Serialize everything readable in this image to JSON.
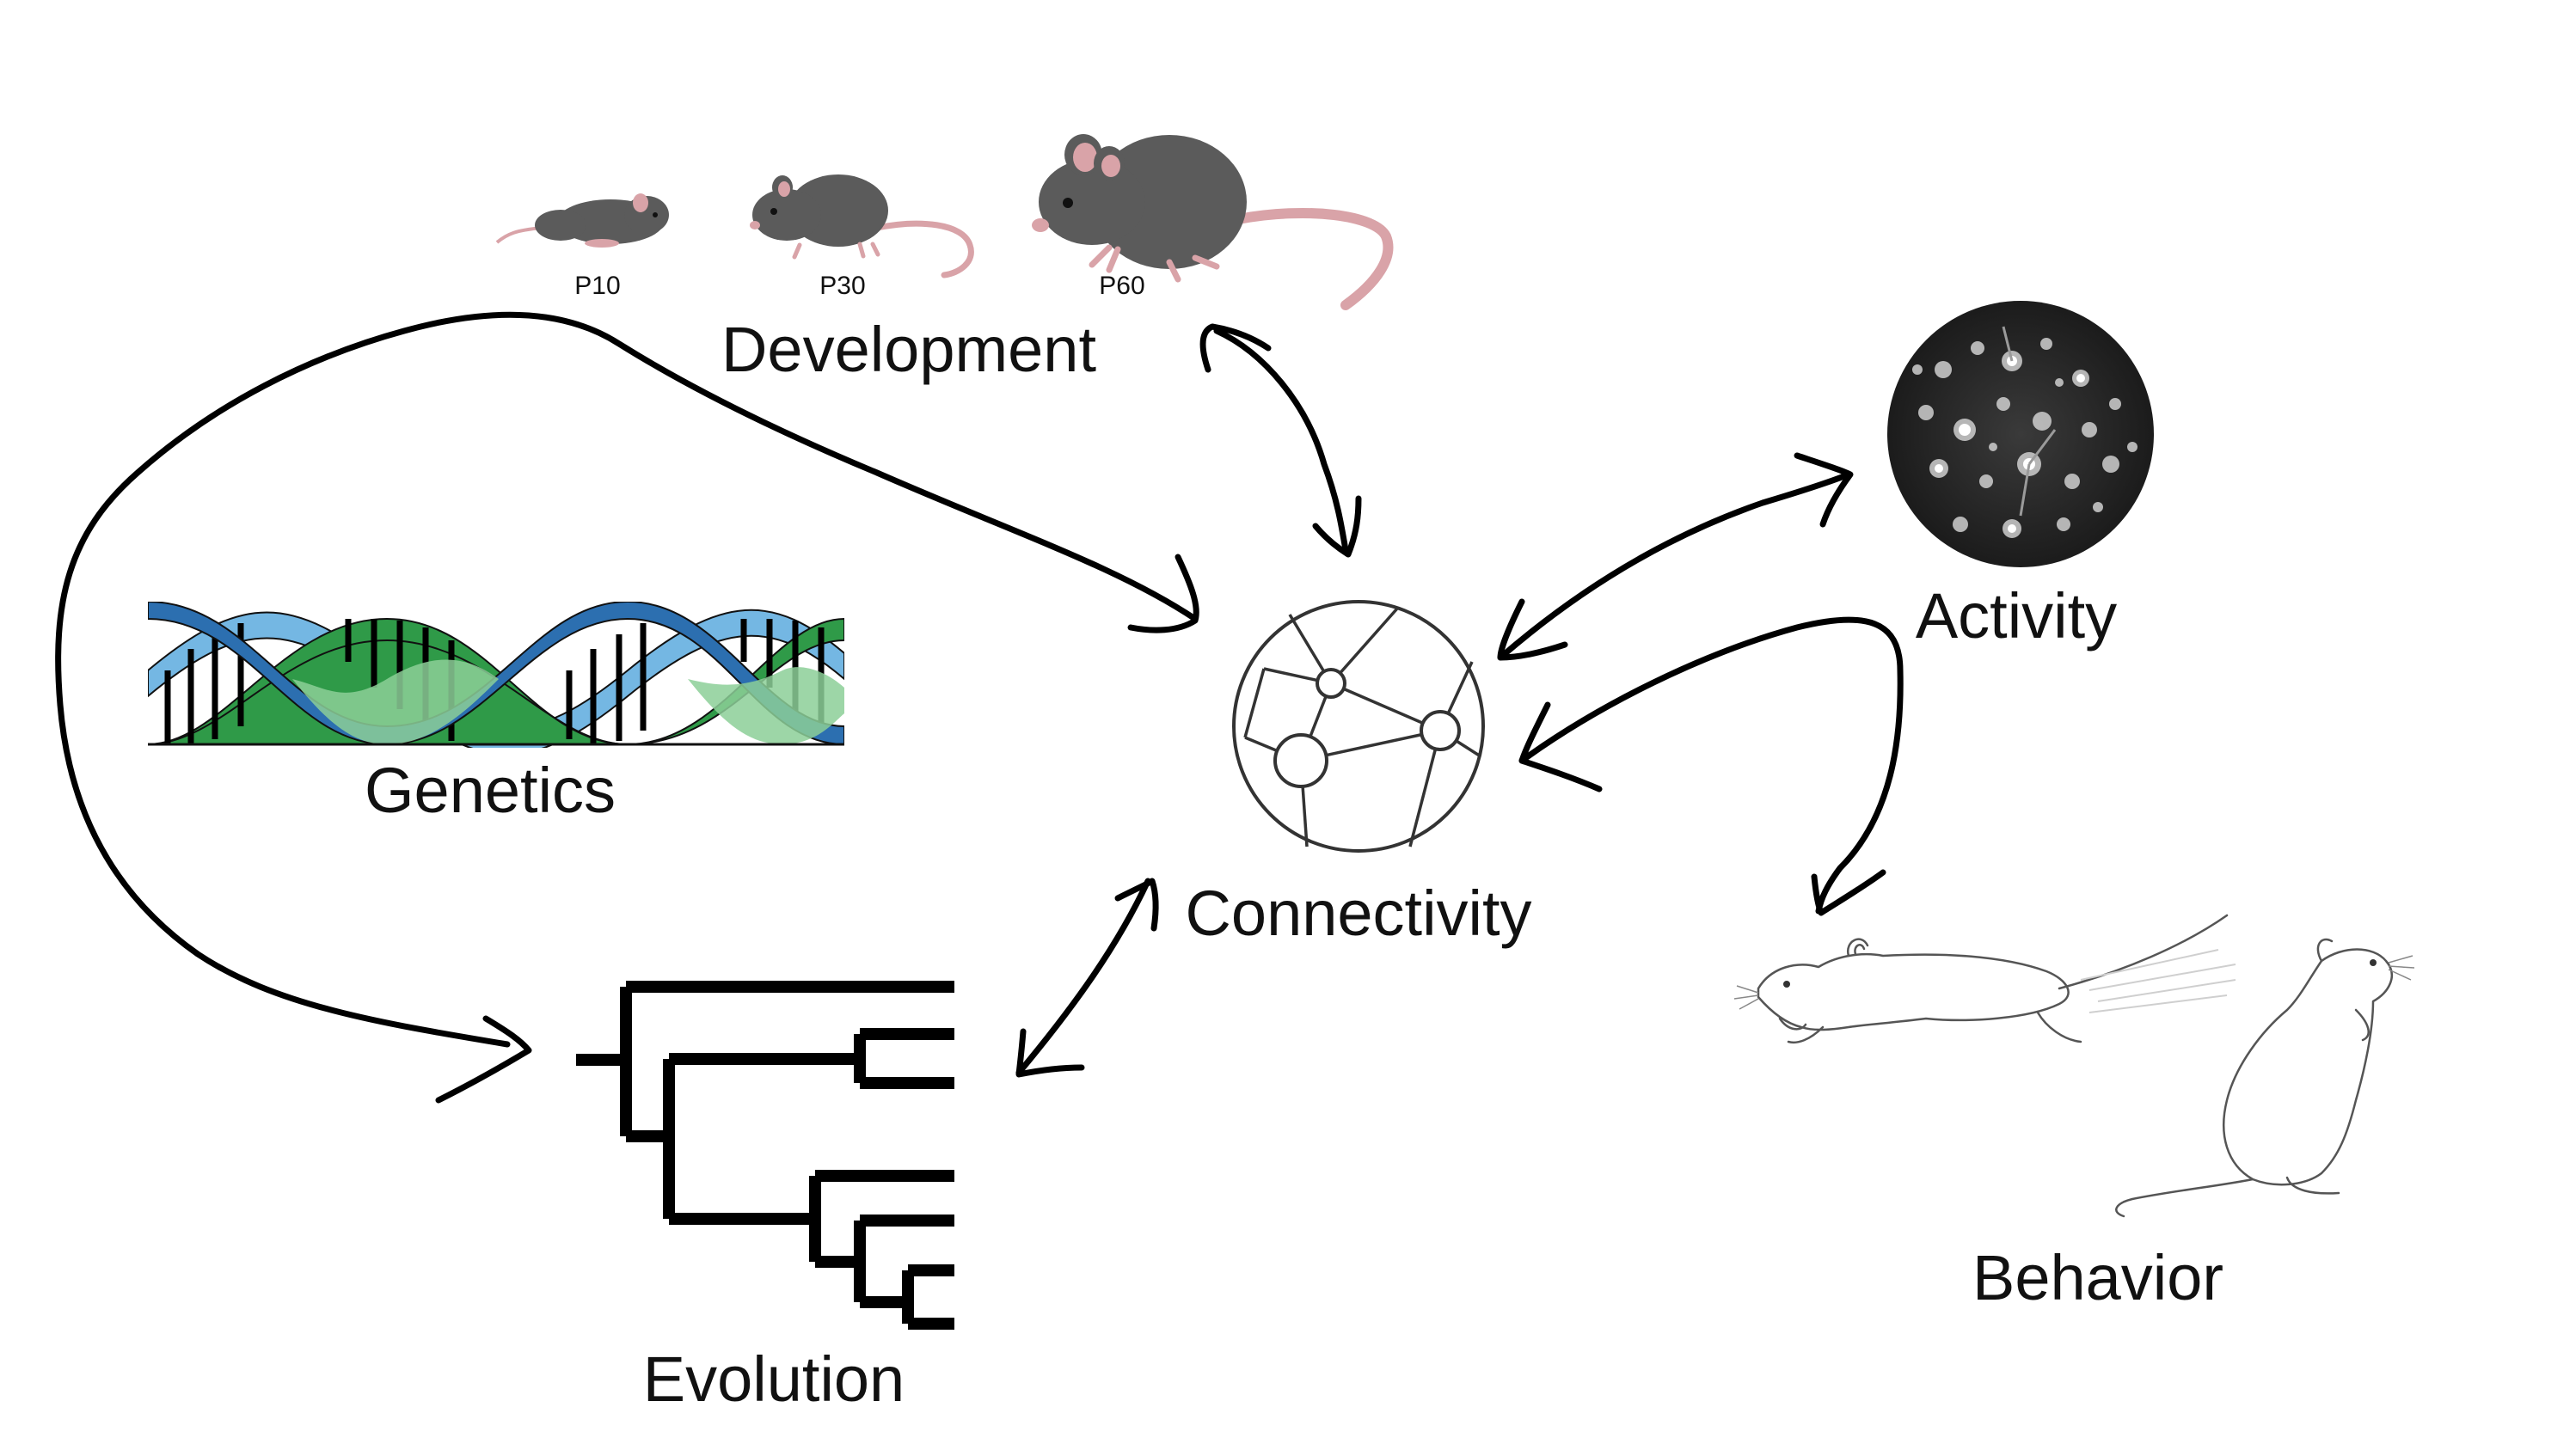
{
  "development": {
    "label": "Development",
    "ages": [
      "P10",
      "P30",
      "P60"
    ]
  },
  "genetics": {
    "label": "Genetics"
  },
  "evolution": {
    "label": "Evolution"
  },
  "connectivity": {
    "label": "Connectivity"
  },
  "activity": {
    "label": "Activity"
  },
  "behavior": {
    "label": "Behavior"
  },
  "colors": {
    "mouse_body": "#5b5b5b",
    "mouse_pink": "#d9a3a8",
    "dna_blue": "#2c6fb0",
    "dna_light_blue": "#74b7e3",
    "dna_green": "#2f9a48",
    "dna_light_green": "#8ccf98",
    "arrow": "#000000"
  }
}
